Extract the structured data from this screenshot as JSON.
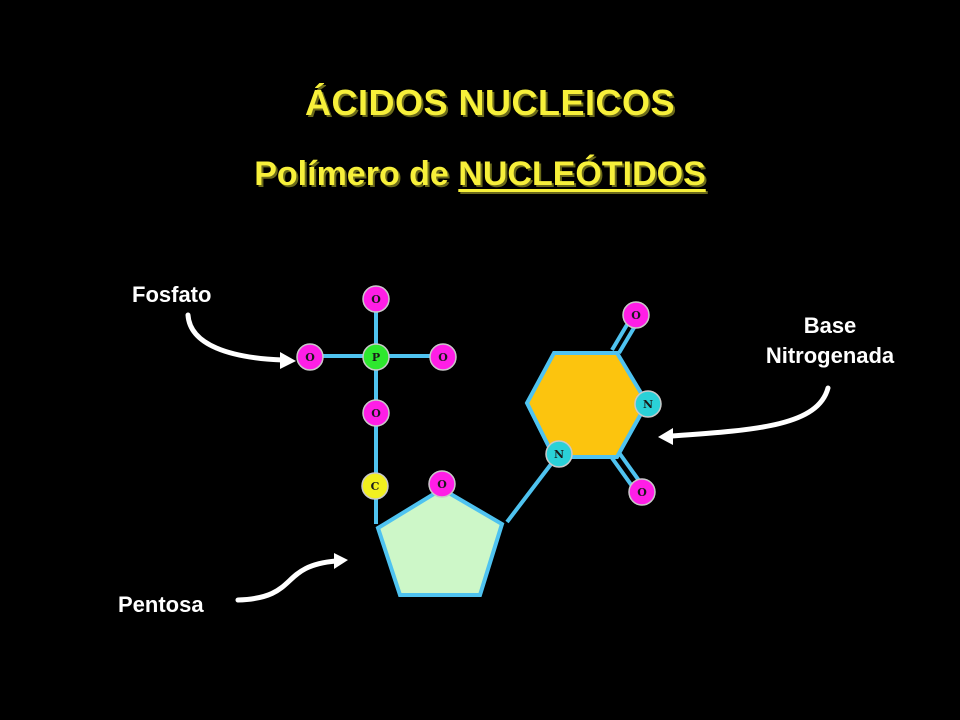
{
  "title": "ÁCIDOS NUCLEICOS",
  "subtitle": {
    "prefix": "Polímero de",
    "emphasis": "NUCLEÓTIDOS"
  },
  "labels": {
    "fosfato": "Fosfato",
    "base_line1": "Base",
    "base_line2": "Nitrogenada",
    "pentosa": "Pentosa"
  },
  "atoms": {
    "o": "O",
    "p": "P",
    "c": "C",
    "n": "N"
  },
  "colors": {
    "title": "#f7f03a",
    "bond": "#4fc3f0",
    "oxygen": "#ff1ee6",
    "phosphorus": "#2ee82e",
    "carbon": "#f2f01e",
    "nitrogen": "#2ad1d8",
    "pentose_fill": "#cdf7c8",
    "base_fill": "#fcc40e"
  }
}
